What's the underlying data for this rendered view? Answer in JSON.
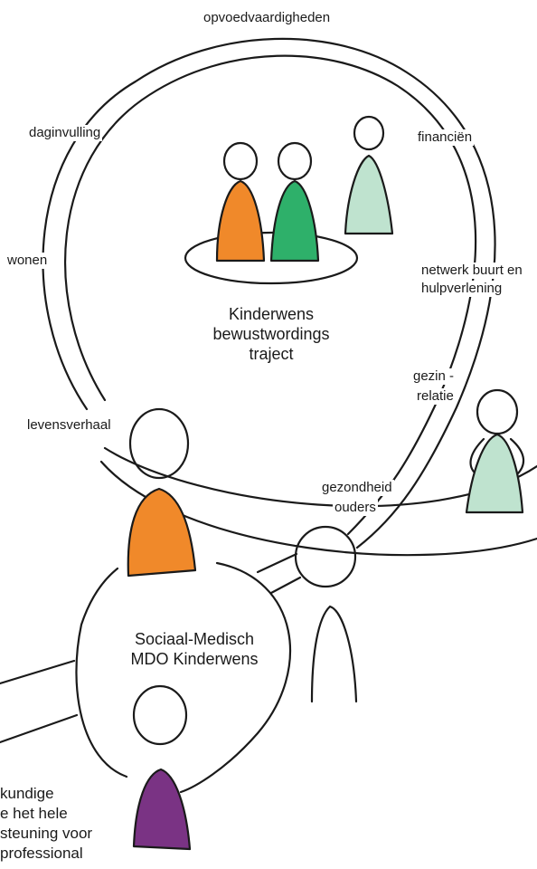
{
  "colors": {
    "orange": "#f0892a",
    "green": "#2eb06a",
    "mint": "#bfe3cf",
    "purple": "#7a3384",
    "stroke": "#1a1a1a"
  },
  "ring_labels": {
    "opvoedvaardigheden": "opvoedvaardigheden",
    "daginvulling": "daginvulling",
    "financien": "financiën",
    "wonen": "wonen",
    "netwerk_line1": "netwerk buurt en",
    "netwerk_line2": "hulpverlening",
    "gezin_line1": "gezin -",
    "gezin_line2": "relatie",
    "levensverhaal": "levensverhaal",
    "gezondheid_line1": "gezondheid",
    "gezondheid_line2": "ouders"
  },
  "center_title": {
    "line1": "Kinderwens",
    "line2": "bewustwordings",
    "line3": "traject"
  },
  "mdo_title": {
    "line1": "Sociaal-Medisch",
    "line2": "MDO Kinderwens"
  },
  "bottom_left_text": {
    "line1": "kundige",
    "line2": "e het hele",
    "line3": "steuning voor",
    "line4": "professional"
  }
}
